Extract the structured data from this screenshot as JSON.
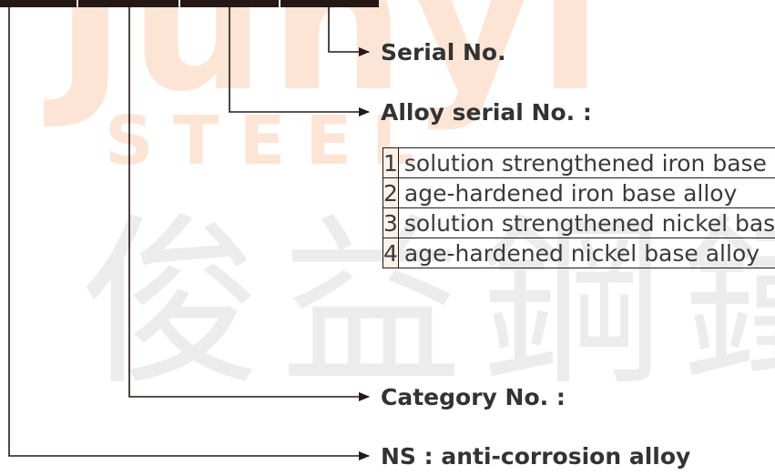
{
  "code_boxes_count": 4,
  "labels": {
    "serial_no": "Serial No.",
    "alloy_serial_no": "Alloy serial No. :",
    "category_no": "Category No. :",
    "ns": "NS : anti-corrosion alloy"
  },
  "alloy_table": [
    {
      "number": "1",
      "description": "solution strengthened iron base alloy"
    },
    {
      "number": "2",
      "description": "age-hardened iron base alloy"
    },
    {
      "number": "3",
      "description": "solution strengthened nickel base alloy"
    },
    {
      "number": "4",
      "description": "age-hardened nickel base alloy"
    }
  ],
  "colors": {
    "line": "#231815",
    "table_number_fill": "#fdf0e7",
    "watermark_orange": "#fde5d6",
    "watermark_gray": "#ececec"
  }
}
